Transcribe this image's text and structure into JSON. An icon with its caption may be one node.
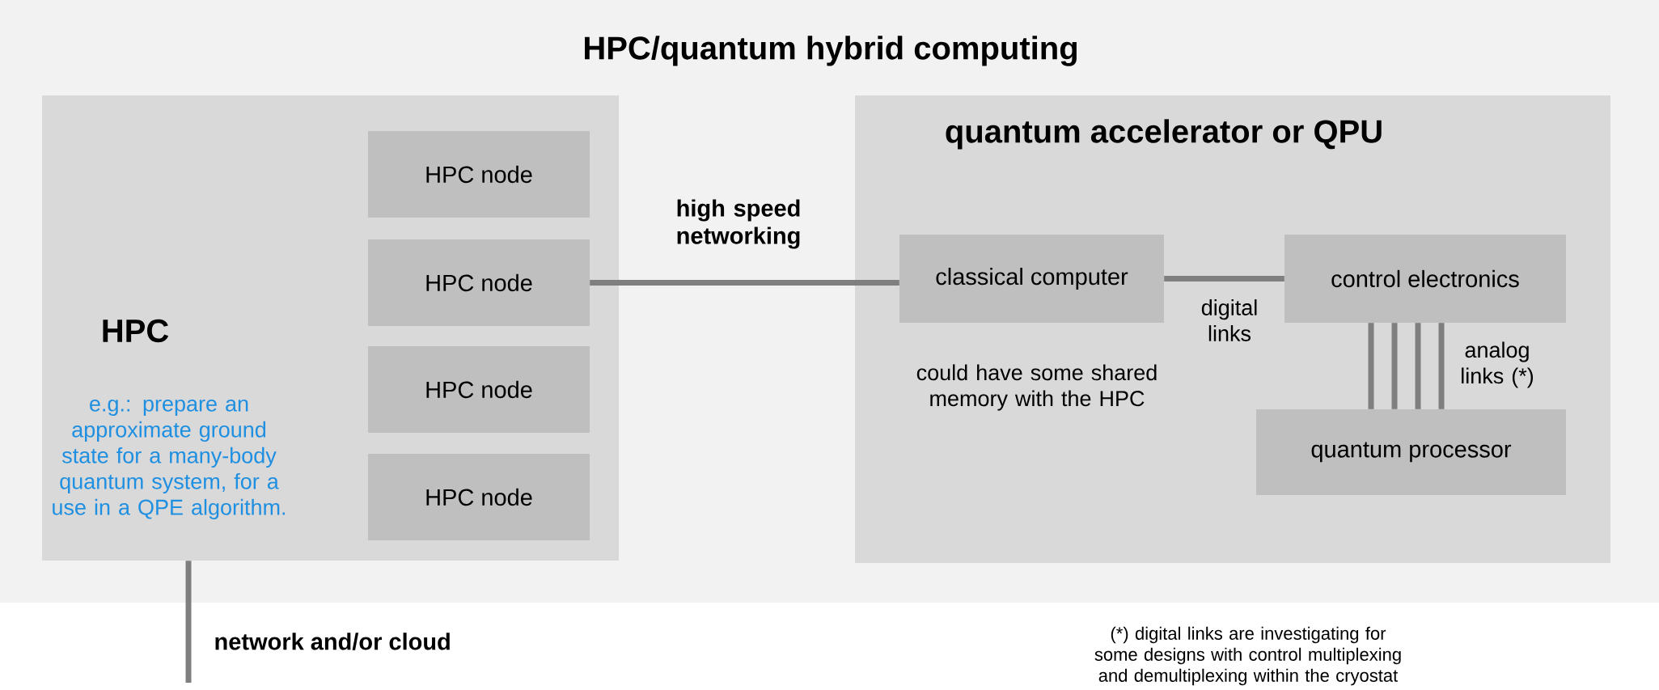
{
  "diagram": {
    "title": "HPC/quantum hybrid computing",
    "nodes": [
      {
        "text": [
          "HPC",
          "e.g.: prepare an approximate ground state for a many-body quantum system, for a use in a QPE algorithm."
        ]
      },
      {
        "text": [
          "HPC node"
        ],
        "in": 0
      },
      {
        "text": [
          "HPC node"
        ],
        "in": 0
      },
      {
        "text": [
          "HPC node"
        ],
        "in": 0
      },
      {
        "text": [
          "HPC node"
        ],
        "in": 0
      },
      {
        "text": [
          "quantum accelerator or QPU"
        ]
      },
      {
        "text": [
          "classical computer"
        ],
        "in": 5,
        "beside": [
          "could have some shared memory with the HPC"
        ]
      },
      {
        "text": [
          "control electronics"
        ],
        "in": 5
      },
      {
        "text": [
          "quantum processor"
        ],
        "in": 5
      }
    ],
    "edges": [
      {
        "from": 2,
        "to": 6,
        "arrow": "none",
        "label": "high speed networking"
      },
      {
        "from": 6,
        "to": 7,
        "arrow": "none",
        "label": "digital links"
      },
      {
        "from": 7,
        "to": 8,
        "arrow": "none"
      },
      {
        "from": 7,
        "to": 8,
        "arrow": "none"
      },
      {
        "from": 7,
        "to": 8,
        "arrow": "none"
      },
      {
        "from": 7,
        "to": 8,
        "arrow": "none",
        "label": "analog links (*)"
      },
      {
        "from": 0,
        "to": null,
        "arrow": "none",
        "label": "network and/or cloud"
      }
    ],
    "labels": [
      "(*) digital links are investigating for some designs with control multiplexing and demultiplexing within the cryostat"
    ]
  }
}
